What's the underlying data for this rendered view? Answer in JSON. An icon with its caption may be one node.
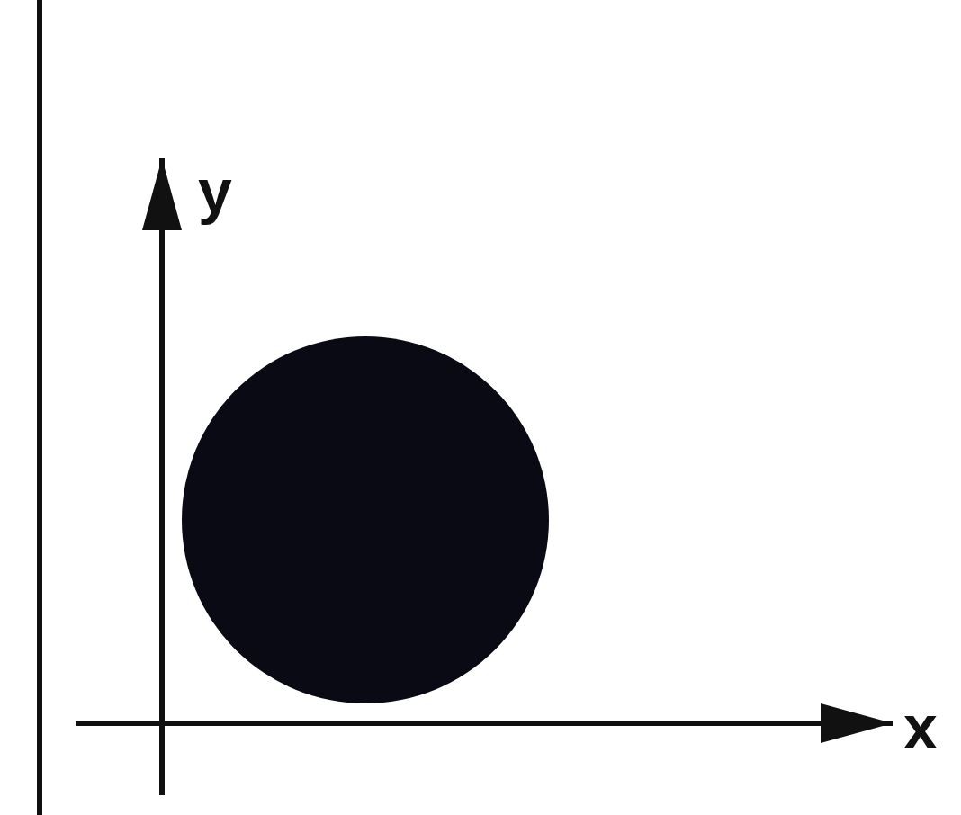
{
  "diagram": {
    "nodes": [
      {
        "text": [],
        "shape": "circle"
      }
    ],
    "labels": [
      "y",
      "x"
    ]
  }
}
